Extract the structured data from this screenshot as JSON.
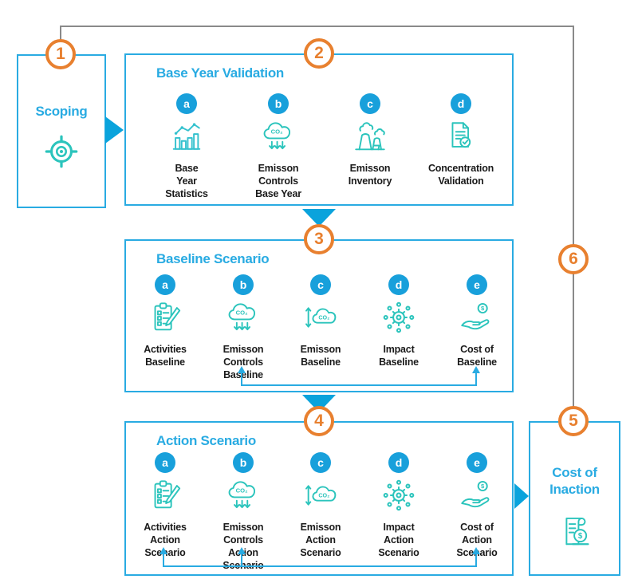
{
  "colors": {
    "box_border": "#29ABE2",
    "title_blue": "#29ABE2",
    "arrow_blue": "#0AA3DC",
    "badge_blue": "#18A0DB",
    "icon_teal": "#2BC4BC",
    "number_orange": "#E8802F",
    "connector_gray": "#8A8A8A",
    "label_text": "#1A1A1A"
  },
  "scoping": {
    "number": "1",
    "title": "Scoping",
    "icon": "target-icon"
  },
  "base_year_validation": {
    "number": "2",
    "title": "Base Year Validation",
    "items": [
      {
        "badge": "a",
        "icon": "bar-chart-icon",
        "label": "Base\nYear\nStatistics"
      },
      {
        "badge": "b",
        "icon": "co2-cloud-down-arrows-icon",
        "label": "Emisson\nControls\nBase Year"
      },
      {
        "badge": "c",
        "icon": "factory-icon",
        "label": "Emisson\nInventory"
      },
      {
        "badge": "d",
        "icon": "document-check-icon",
        "label": "Concentration\nValidation"
      }
    ]
  },
  "baseline_scenario": {
    "number": "3",
    "title": "Baseline Scenario",
    "items": [
      {
        "badge": "a",
        "icon": "clipboard-pencil-icon",
        "label": "Activities\nBaseline"
      },
      {
        "badge": "b",
        "icon": "co2-cloud-down-arrows-icon",
        "label": "Emisson\nControls\nBaseline"
      },
      {
        "badge": "c",
        "icon": "co2-cloud-measure-icon",
        "label": "Emisson\nBaseline"
      },
      {
        "badge": "d",
        "icon": "impact-gear-icon",
        "label": "Impact\nBaseline"
      },
      {
        "badge": "e",
        "icon": "hand-coin-icon",
        "label": "Cost of\nBaseline"
      }
    ]
  },
  "action_scenario": {
    "number": "4",
    "title": "Action Scenario",
    "items": [
      {
        "badge": "a",
        "icon": "clipboard-pencil-icon",
        "label": "Activities\nAction\nScenario"
      },
      {
        "badge": "b",
        "icon": "co2-cloud-down-arrows-icon",
        "label": "Emisson\nControls\nAction\nScenario"
      },
      {
        "badge": "c",
        "icon": "co2-cloud-measure-icon",
        "label": "Emisson\nAction\nScenario"
      },
      {
        "badge": "d",
        "icon": "impact-gear-icon",
        "label": "Impact\nAction\nScenario"
      },
      {
        "badge": "e",
        "icon": "hand-coin-icon",
        "label": "Cost of\nAction\nScenario"
      }
    ]
  },
  "cost_of_inaction": {
    "number": "5",
    "title": "Cost of\nInaction",
    "icon": "invoice-coin-icon"
  },
  "loop": {
    "number": "6"
  }
}
